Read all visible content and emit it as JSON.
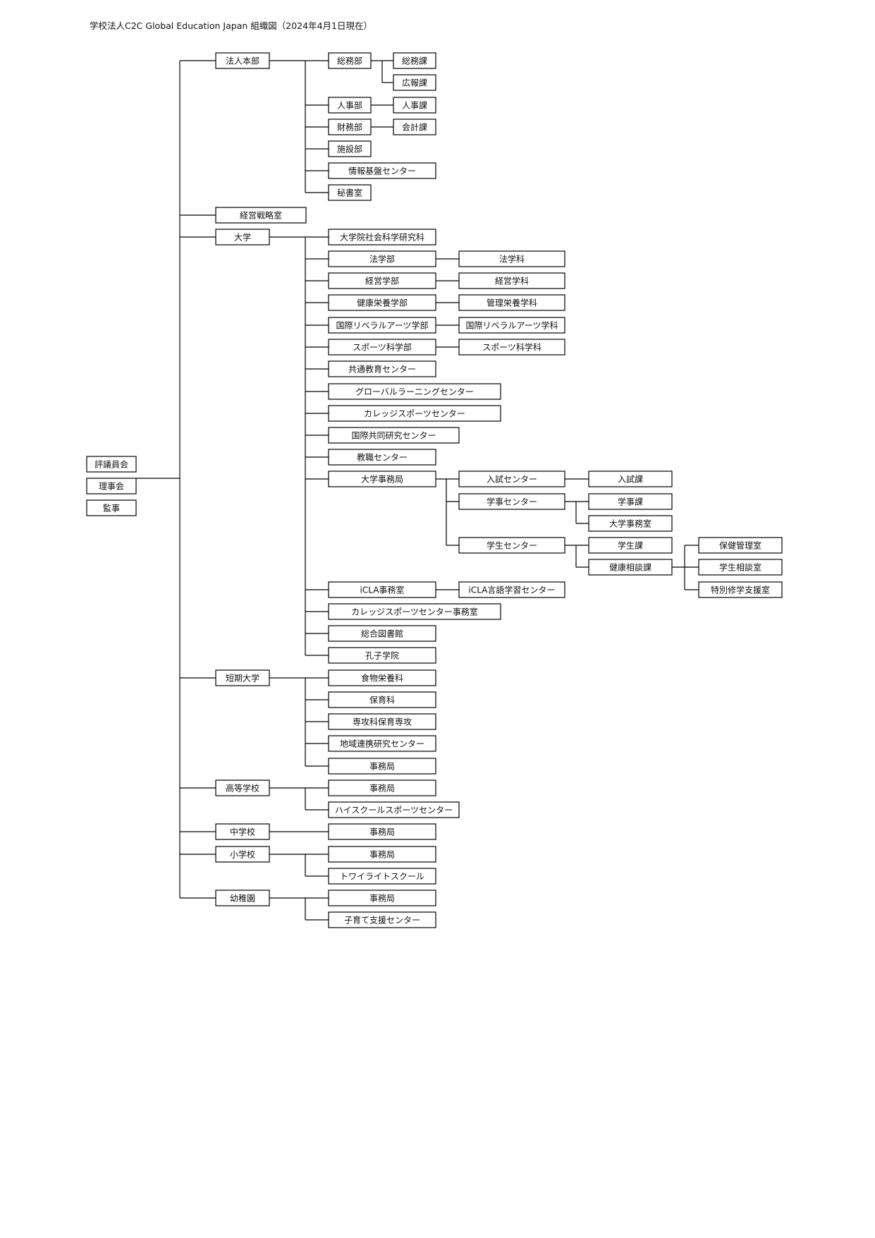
{
  "title": "学校法人C2C Global Education Japan 組織図（2024年4月1日現在）",
  "root_group": {
    "council": "評議員会",
    "board": "理事会",
    "auditor": "監事"
  },
  "units": {
    "hq": "法人本部",
    "general_affairs": "総務部",
    "general_affairs_section": "総務課",
    "pr_section": "広報課",
    "hr_dept": "人事部",
    "hr_section": "人事課",
    "finance_dept": "財務部",
    "accounting_section": "会計課",
    "facilities_dept": "施設部",
    "it_center": "情報基盤センター",
    "secretariat": "秘書室",
    "strategy_office": "経営戦略室",
    "university": "大学",
    "grad_social_sci": "大学院社会科学研究科",
    "law_faculty": "法学部",
    "law_dept": "法学科",
    "mgmt_faculty": "経営学部",
    "mgmt_dept": "経営学科",
    "nutrition_faculty": "健康栄養学部",
    "nutrition_dept": "管理栄養学科",
    "liberal_arts_faculty": "国際リベラルアーツ学部",
    "liberal_arts_dept": "国際リベラルアーツ学科",
    "sports_faculty": "スポーツ科学部",
    "sports_dept": "スポーツ科学科",
    "common_edu_center": "共通教育センター",
    "global_learning_center": "グローバルラーニングセンター",
    "college_sports_center": "カレッジスポーツセンター",
    "intl_research_center": "国際共同研究センター",
    "teaching_center": "教職センター",
    "univ_admin": "大学事務局",
    "admissions_center": "入試センター",
    "admissions_section": "入試課",
    "academic_center": "学事センター",
    "academic_section": "学事課",
    "univ_admin_office": "大学事務室",
    "student_center": "学生センター",
    "student_section": "学生課",
    "health_counsel_section": "健康相談課",
    "health_mgmt_office": "保健管理室",
    "student_counsel_office": "学生相談室",
    "special_support_office": "特別修学支援室",
    "icla_office": "iCLA事務室",
    "icla_language_center": "iCLA言語学習センター",
    "college_sports_office": "カレッジスポーツセンター事務室",
    "library": "総合図書館",
    "confucius_institute": "孔子学院",
    "junior_college": "短期大学",
    "food_nutrition_dept": "食物栄養科",
    "childcare_dept": "保育科",
    "childcare_major": "専攻科保育専攻",
    "regional_research_center": "地域連携研究センター",
    "jc_admin": "事務局",
    "high_school": "高等学校",
    "hs_admin": "事務局",
    "hs_sports_center": "ハイスクールスポーツセンター",
    "junior_high": "中学校",
    "jh_admin": "事務局",
    "elementary": "小学校",
    "es_admin": "事務局",
    "twilight_school": "トワイライトスクール",
    "kindergarten": "幼稚園",
    "kg_admin": "事務局",
    "parenting_center": "子育て支援センター"
  }
}
